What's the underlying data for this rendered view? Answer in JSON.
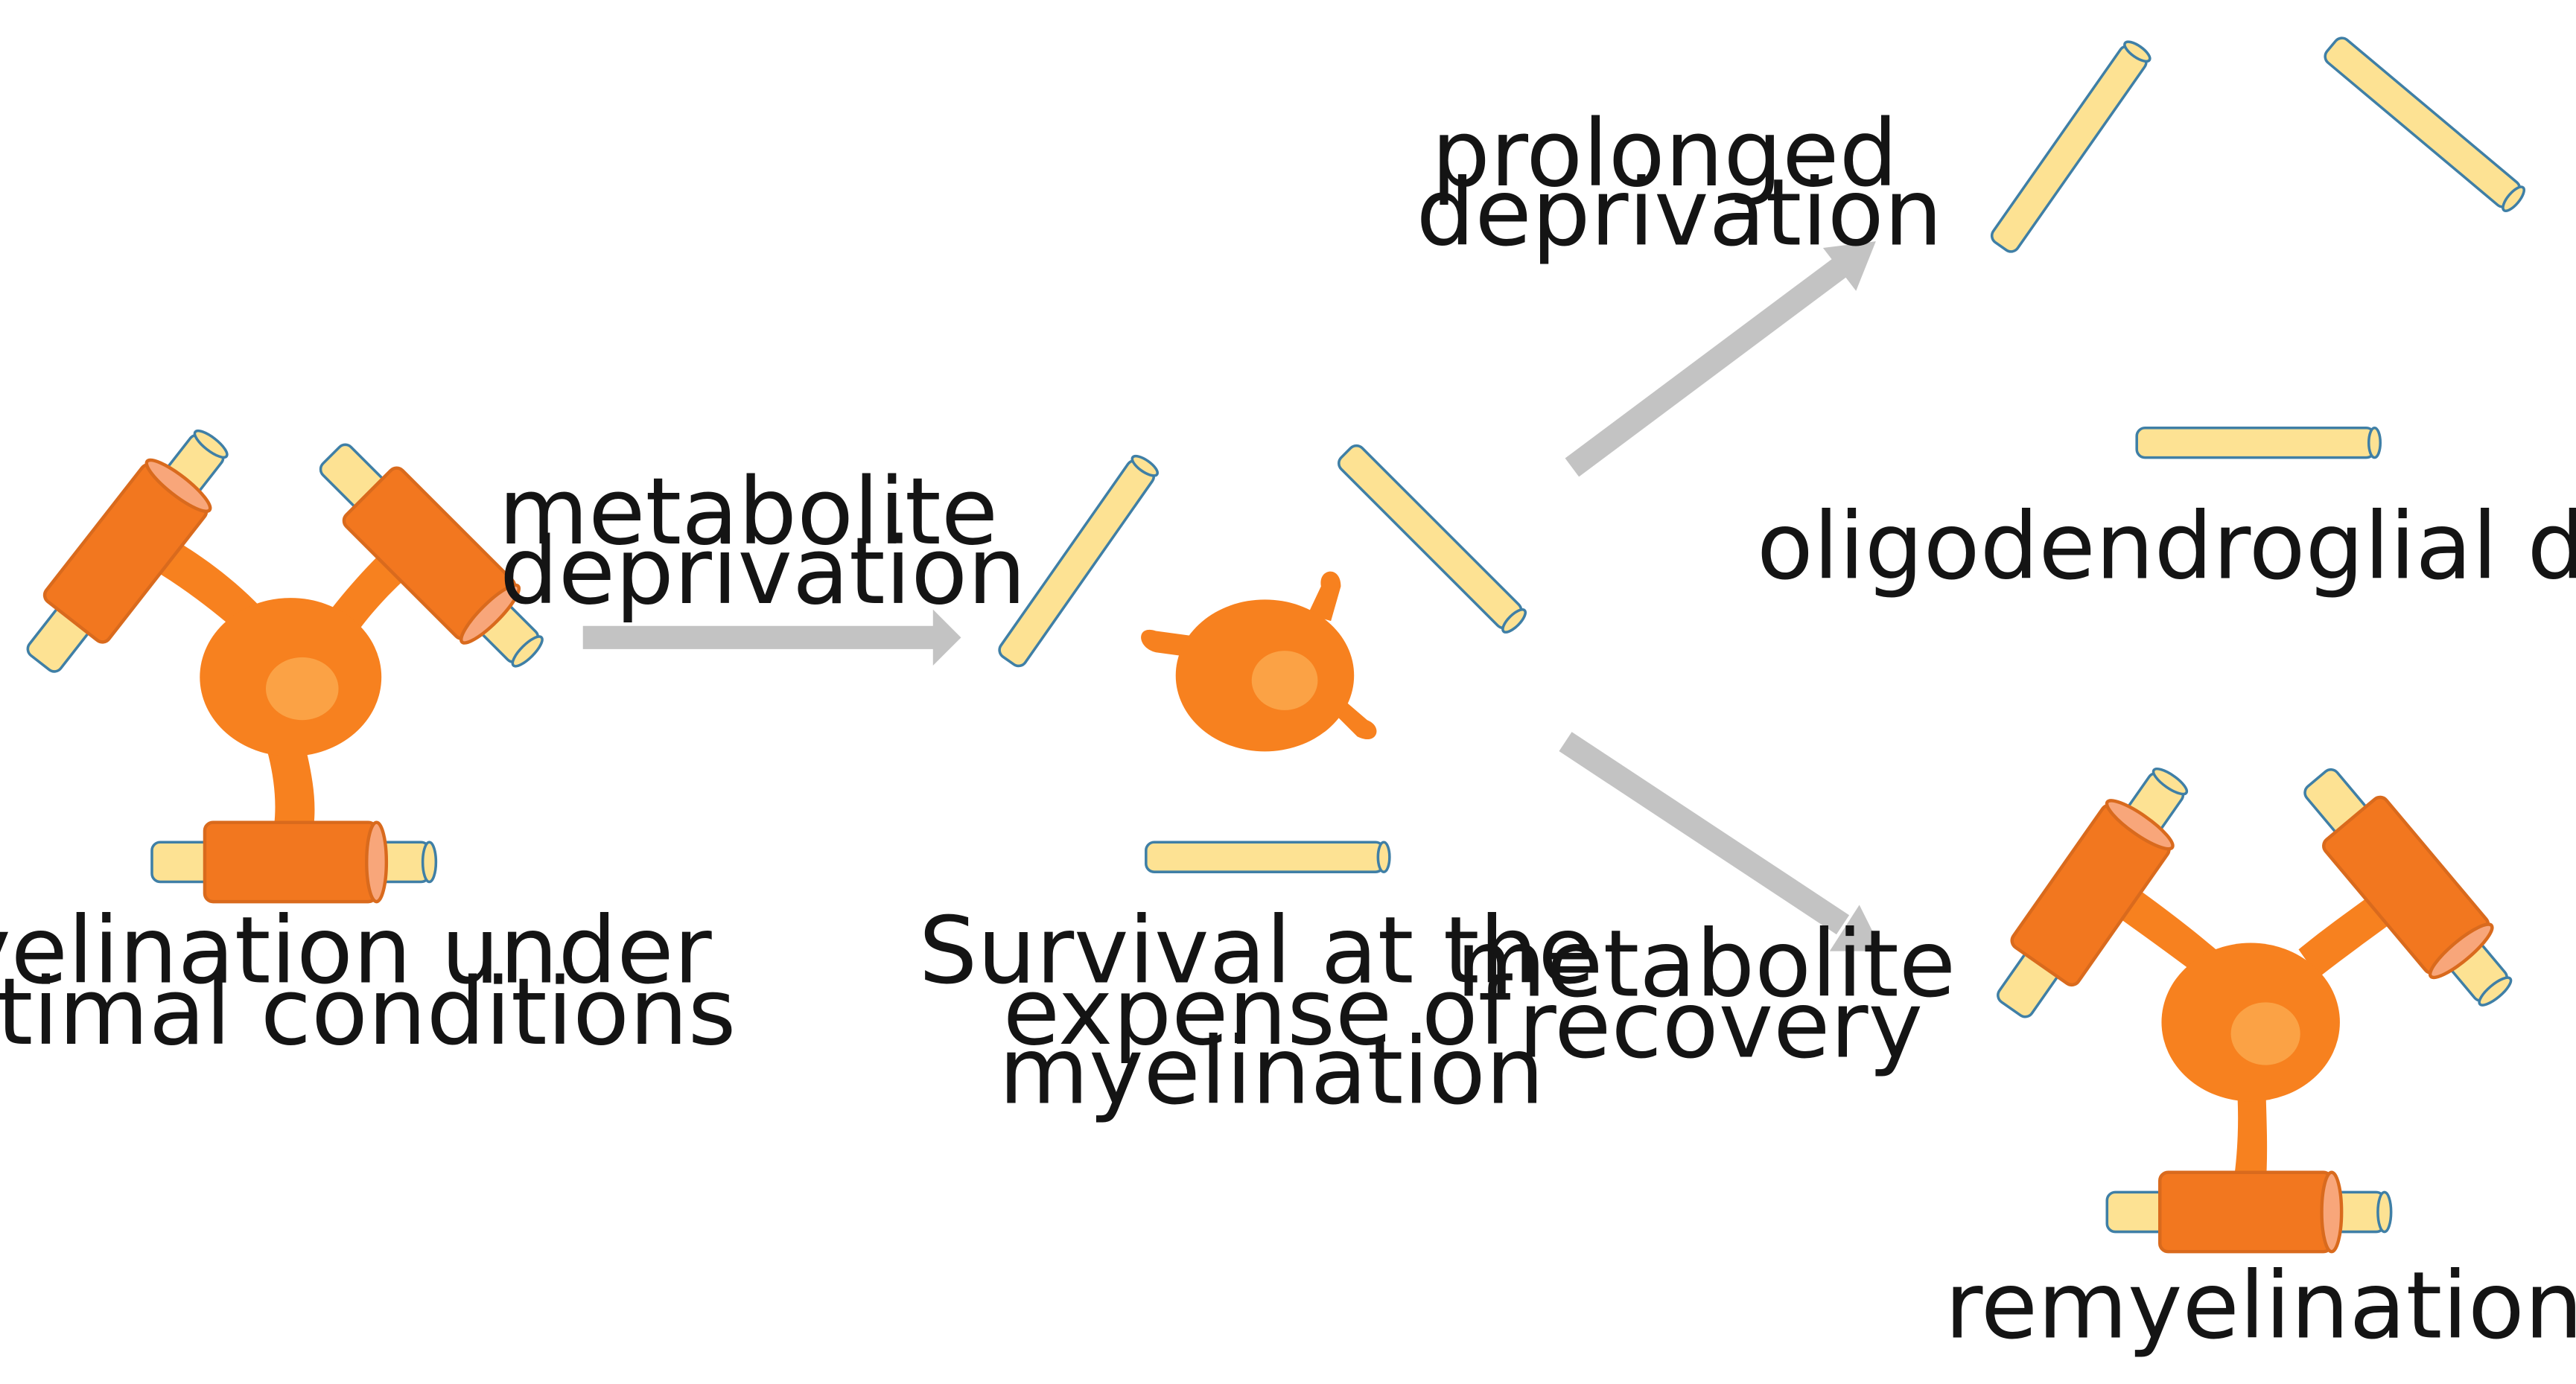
{
  "colors": {
    "axon_fill": "#fde293",
    "axon_stroke": "#3f7fa6",
    "myelin": "#f2771f",
    "myelin_edge": "#d96a1d",
    "myelin_cap": "#f8a67a",
    "cell_body": "#f7811f",
    "nucleus": "#fba245",
    "arrow": "#c3c3c3",
    "text": "#141414"
  },
  "stages": {
    "myelination": {
      "lines": [
        "Myelination under",
        "optimal conditions"
      ]
    },
    "survival": {
      "lines": [
        "Survival at the",
        "expense of",
        "myelination"
      ]
    },
    "death": {
      "lines": [
        "oligodendroglial death"
      ]
    },
    "remyelination": {
      "lines": [
        "remyelination"
      ]
    }
  },
  "transitions": {
    "deprivation": {
      "lines": [
        "metabolite",
        "deprivation"
      ]
    },
    "prolonged": {
      "lines": [
        "prolonged",
        "deprivation"
      ]
    },
    "recovery": {
      "lines": [
        "metabolite",
        "recovery"
      ]
    }
  }
}
